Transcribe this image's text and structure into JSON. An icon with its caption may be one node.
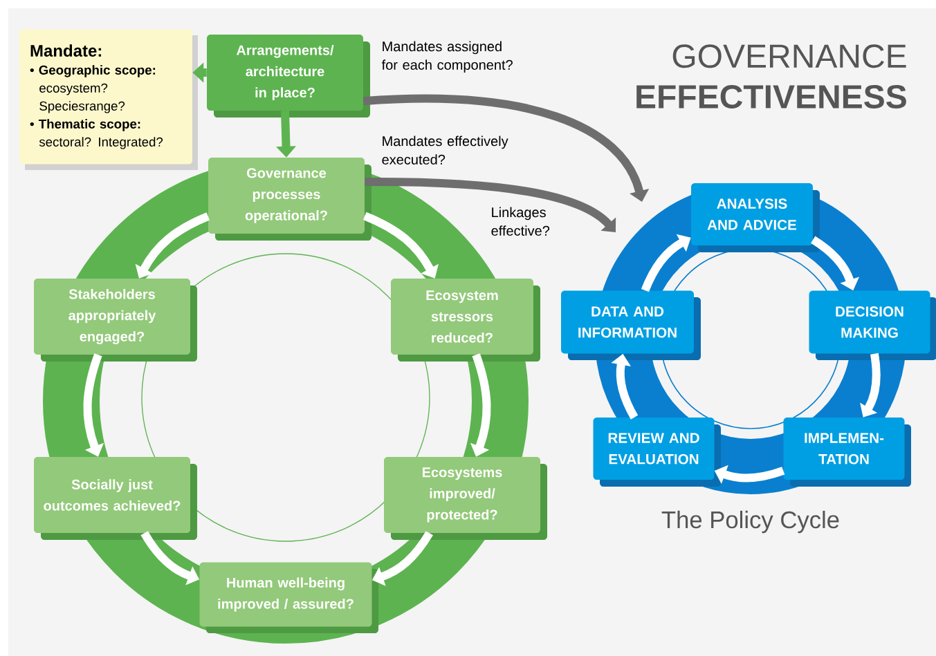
{
  "diagram": {
    "title": "GOVERNANCE **EFFECTIVENESS**",
    "caption": "The Policy Cycle",
    "nodes": [
      {
        "text": [
          "Mandate:",
          "• Geographic scope:",
          "ecosystem? Speciesrange?",
          "• Thematic scope:",
          "sectoral? Integrated?"
        ]
      },
      {
        "text": [
          "Arrangements/ architecture in place?"
        ]
      },
      {
        "text": [
          "Governance processes operational?"
        ]
      },
      {
        "text": [
          "Stakeholders appropriately engaged?"
        ]
      },
      {
        "text": [
          "Ecosystem stressors reduced?"
        ]
      },
      {
        "text": [
          "Socially just outcomes achieved?"
        ]
      },
      {
        "text": [
          "Ecosystems improved/ protected?"
        ]
      },
      {
        "text": [
          "Human well-being improved / assured?"
        ]
      },
      {
        "text": [
          "ANALYSIS AND ADVICE"
        ]
      },
      {
        "text": [
          "DECISION MAKING"
        ]
      },
      {
        "text": [
          "IMPLEMEN- TATION"
        ]
      },
      {
        "text": [
          "REVIEW AND EVALUATION"
        ]
      },
      {
        "text": [
          "DATA AND INFORMATION"
        ]
      }
    ],
    "edges": [
      {
        "from": 1,
        "to": null,
        "arrow": "to",
        "label": "Mandates assigned for each component?",
        "color": "#6e6e6e"
      },
      {
        "from": 2,
        "to": null,
        "arrow": "to",
        "label": "Mandates effectively executed?",
        "color": "#6e6e6e"
      },
      {
        "from": 1,
        "to": 0,
        "arrow": "to",
        "color": "#5db350"
      },
      {
        "from": 1,
        "to": 2,
        "arrow": "to",
        "color": "#5db350"
      },
      {
        "from": 2,
        "to": 3,
        "arrow": "to"
      },
      {
        "from": 2,
        "to": 4,
        "arrow": "to"
      },
      {
        "from": 3,
        "to": 5,
        "arrow": "to"
      },
      {
        "from": 4,
        "to": 6,
        "arrow": "to"
      },
      {
        "from": 5,
        "to": 7,
        "arrow": "to"
      },
      {
        "from": 6,
        "to": 7,
        "arrow": "to"
      },
      {
        "from": 8,
        "to": 9,
        "arrow": "to"
      },
      {
        "from": 9,
        "to": 10,
        "arrow": "to"
      },
      {
        "from": 10,
        "to": 11,
        "arrow": "to"
      },
      {
        "from": 11,
        "to": 12,
        "arrow": "to"
      },
      {
        "from": 12,
        "to": 8,
        "arrow": "to"
      }
    ],
    "labels": [
      "Linkages effective?"
    ]
  }
}
